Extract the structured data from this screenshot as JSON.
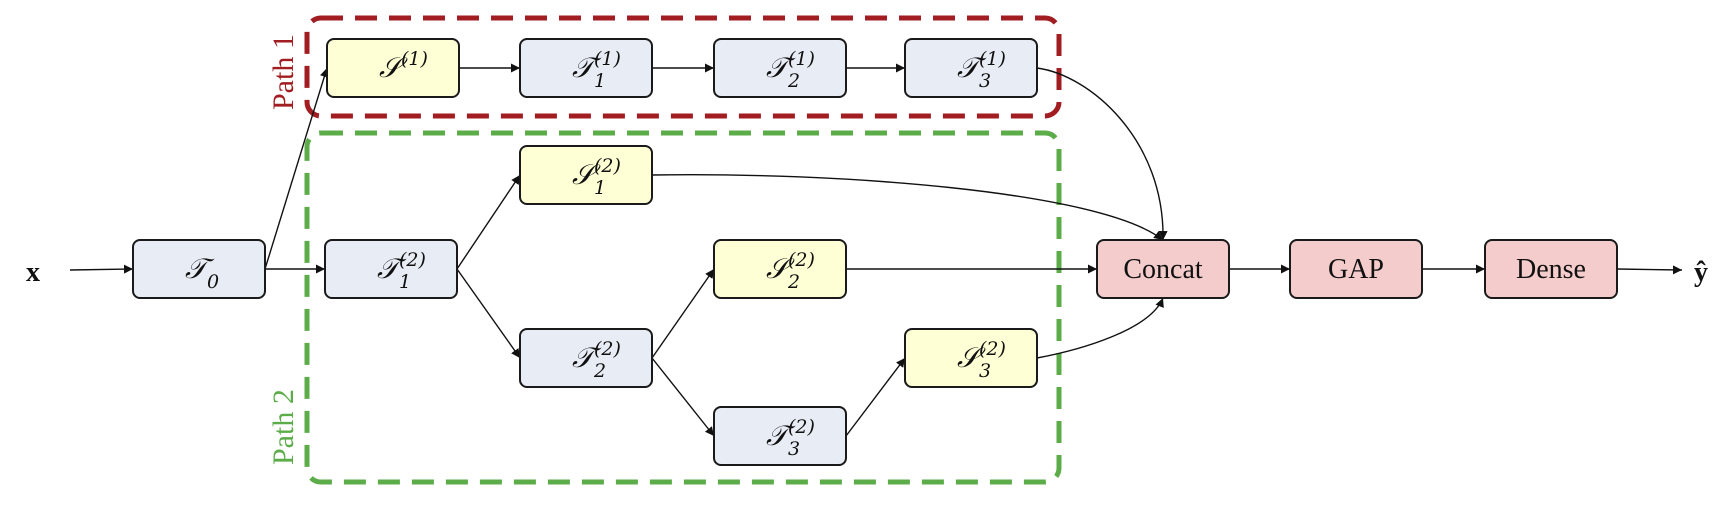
{
  "colors": {
    "t_fill": "#e8ecf4",
    "s_fill": "#ffffd6",
    "pink_fill": "#f5cccc",
    "path1": "#a11d21",
    "path2": "#5cad4a"
  },
  "input_label": "x",
  "output_label": "ŷ",
  "groups": [
    {
      "id": "path1",
      "label": "Path 1",
      "color_key": "path1"
    },
    {
      "id": "path2",
      "label": "Path 2",
      "color_key": "path2"
    }
  ],
  "nodes": [
    {
      "id": "T0",
      "letter": "𝒯",
      "sub": "0",
      "sup": "",
      "kind": "t"
    },
    {
      "id": "S1",
      "letter": "𝒮",
      "sub": "",
      "sup": "(1)",
      "kind": "s"
    },
    {
      "id": "T1_1",
      "letter": "𝒯",
      "sub": "1",
      "sup": "(1)",
      "kind": "t"
    },
    {
      "id": "T2_1",
      "letter": "𝒯",
      "sub": "2",
      "sup": "(1)",
      "kind": "t"
    },
    {
      "id": "T3_1",
      "letter": "𝒯",
      "sub": "3",
      "sup": "(1)",
      "kind": "t"
    },
    {
      "id": "T1_2",
      "letter": "𝒯",
      "sub": "1",
      "sup": "(2)",
      "kind": "t"
    },
    {
      "id": "S1_2",
      "letter": "𝒮",
      "sub": "1",
      "sup": "(2)",
      "kind": "s"
    },
    {
      "id": "T2_2",
      "letter": "𝒯",
      "sub": "2",
      "sup": "(2)",
      "kind": "t"
    },
    {
      "id": "S2_2",
      "letter": "𝒮",
      "sub": "2",
      "sup": "(2)",
      "kind": "s"
    },
    {
      "id": "T3_2",
      "letter": "𝒯",
      "sub": "3",
      "sup": "(2)",
      "kind": "t"
    },
    {
      "id": "S3_2",
      "letter": "𝒮",
      "sub": "3",
      "sup": "(2)",
      "kind": "s"
    },
    {
      "id": "concat",
      "label": "Concat",
      "kind": "pink"
    },
    {
      "id": "gap",
      "label": "GAP",
      "kind": "pink"
    },
    {
      "id": "dense",
      "label": "Dense",
      "kind": "pink"
    }
  ],
  "edges": [
    [
      "x",
      "T0"
    ],
    [
      "T0",
      "S1"
    ],
    [
      "T0",
      "T1_2"
    ],
    [
      "S1",
      "T1_1"
    ],
    [
      "T1_1",
      "T2_1"
    ],
    [
      "T2_1",
      "T3_1"
    ],
    [
      "T3_1",
      "concat"
    ],
    [
      "T1_2",
      "S1_2"
    ],
    [
      "T1_2",
      "T2_2"
    ],
    [
      "S1_2",
      "concat"
    ],
    [
      "T2_2",
      "S2_2"
    ],
    [
      "T2_2",
      "T3_2"
    ],
    [
      "S2_2",
      "concat"
    ],
    [
      "T3_2",
      "S3_2"
    ],
    [
      "S3_2",
      "concat"
    ],
    [
      "concat",
      "gap"
    ],
    [
      "gap",
      "dense"
    ],
    [
      "dense",
      "y"
    ]
  ]
}
